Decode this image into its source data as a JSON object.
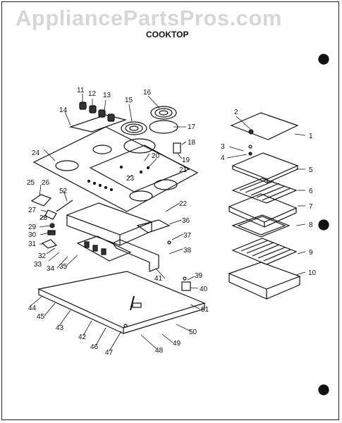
{
  "watermark": "AppliancePartsPros.com",
  "title": "COOKTOP",
  "callouts": [
    "1",
    "2",
    "3",
    "4",
    "5",
    "6",
    "7",
    "8",
    "9",
    "10",
    "11",
    "12",
    "13",
    "14",
    "15",
    "16",
    "17",
    "18",
    "19",
    "20",
    "21",
    "22",
    "23",
    "24",
    "25",
    "26",
    "27",
    "28",
    "29",
    "30",
    "31",
    "32",
    "33",
    "34",
    "35",
    "36",
    "37",
    "38",
    "39",
    "40",
    "41",
    "42",
    "43",
    "44",
    "45",
    "46",
    "47",
    "48",
    "49",
    "50",
    "51",
    "52"
  ],
  "colors": {
    "ink": "#111111",
    "watermark": "#d6d6d6",
    "background": "#ffffff"
  }
}
